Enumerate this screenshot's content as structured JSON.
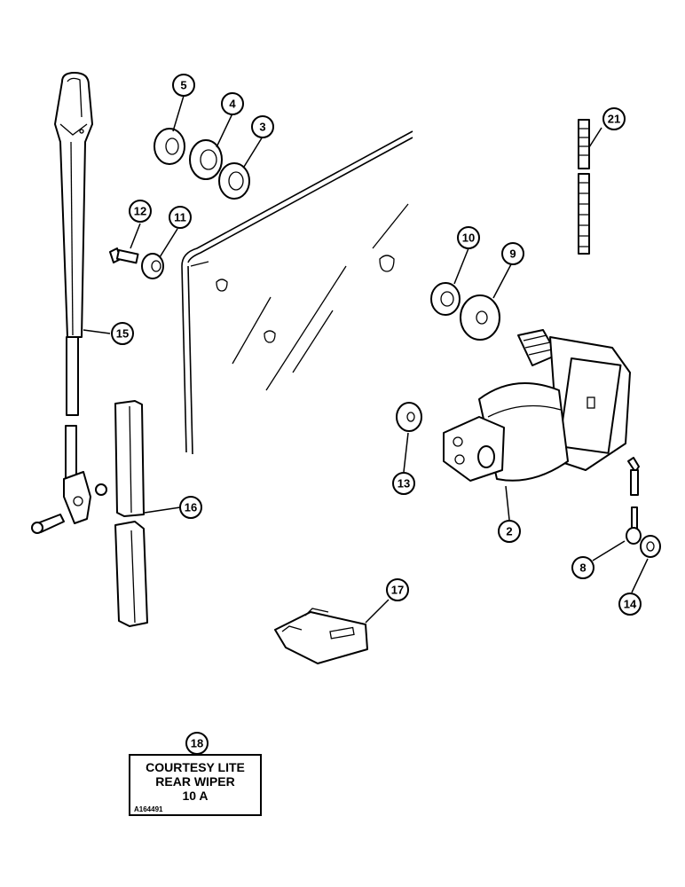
{
  "callouts": {
    "c2": "2",
    "c3": "3",
    "c4": "4",
    "c5": "5",
    "c8": "8",
    "c9": "9",
    "c10": "10",
    "c11": "11",
    "c12": "12",
    "c13": "13",
    "c14": "14",
    "c15": "15",
    "c16": "16",
    "c17": "17",
    "c18": "18",
    "c21": "21"
  },
  "fuse_label": {
    "line1": "COURTESY LITE",
    "line2": "REAR WIPER",
    "line3": "10 A",
    "code": "A164491"
  }
}
